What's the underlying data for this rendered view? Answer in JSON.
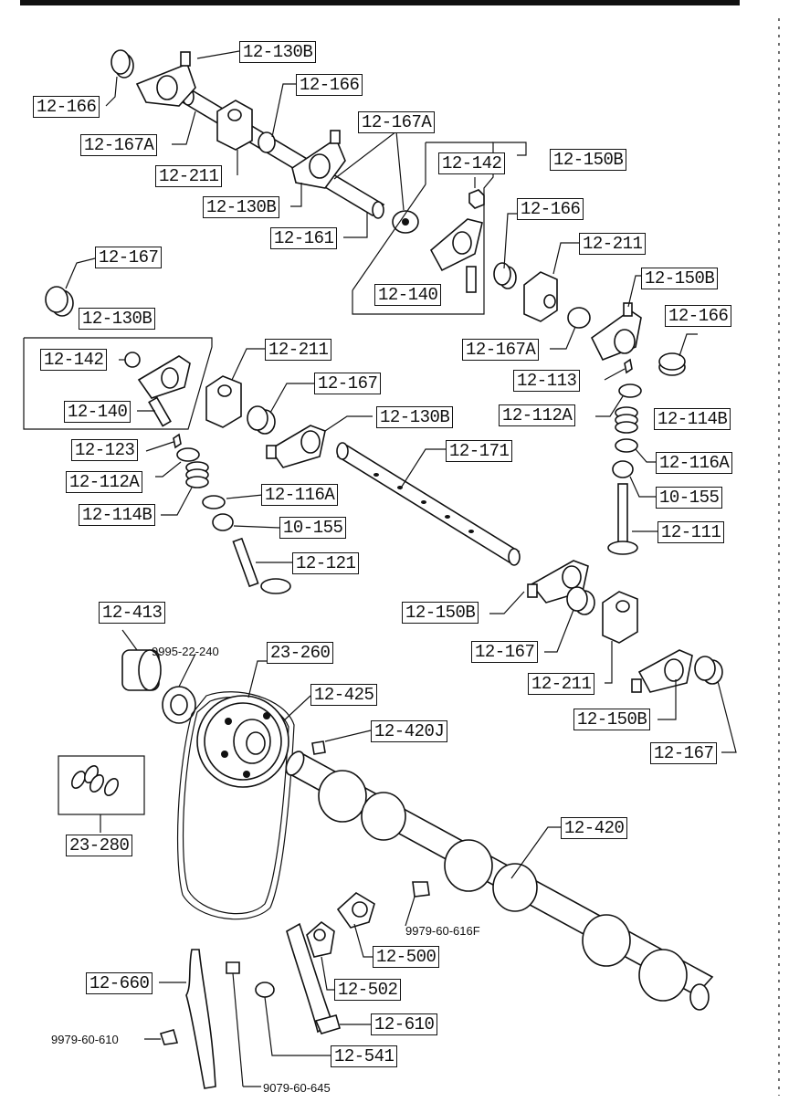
{
  "labels": {
    "l01": "12-130B",
    "l02": "12-166",
    "l03": "12-166",
    "l04": "12-167A",
    "l05": "12-167A",
    "l06": "12-211",
    "l07": "12-142",
    "l08": "12-150B",
    "l09": "12-130B",
    "l10": "12-166",
    "l11": "12-161",
    "l12": "12-211",
    "l13": "12-167",
    "l14": "12-140",
    "l15": "12-150B",
    "l16": "12-130B",
    "l17": "12-166",
    "l18": "12-167A",
    "l19": "12-211",
    "l20": "12-142",
    "l21": "12-113",
    "l22": "12-167",
    "l23": "12-112A",
    "l24": "12-140",
    "l25": "12-114B",
    "l26": "12-130B",
    "l27": "12-123",
    "l28": "12-171",
    "l29": "12-116A",
    "l30": "12-112A",
    "l31": "12-114B",
    "l32": "10-155",
    "l33": "12-116A",
    "l34": "12-111",
    "l35": "10-155",
    "l36": "12-121",
    "l37": "12-413",
    "l38": "12-150B",
    "l39": "23-260",
    "l40": "12-167",
    "l41": "12-425",
    "l42": "12-211",
    "l43": "12-420J",
    "l44": "12-150B",
    "l45": "12-167",
    "l46": "23-280",
    "l47": "12-420",
    "l48": "12-500",
    "l49": "12-660",
    "l50": "12-502",
    "l51": "12-610",
    "l52": "12-541"
  },
  "plain_labels": {
    "p1": "9995-22-240",
    "p2": "9979-60-616F",
    "p3": "9979-60-610",
    "p4": "9079-60-645"
  }
}
